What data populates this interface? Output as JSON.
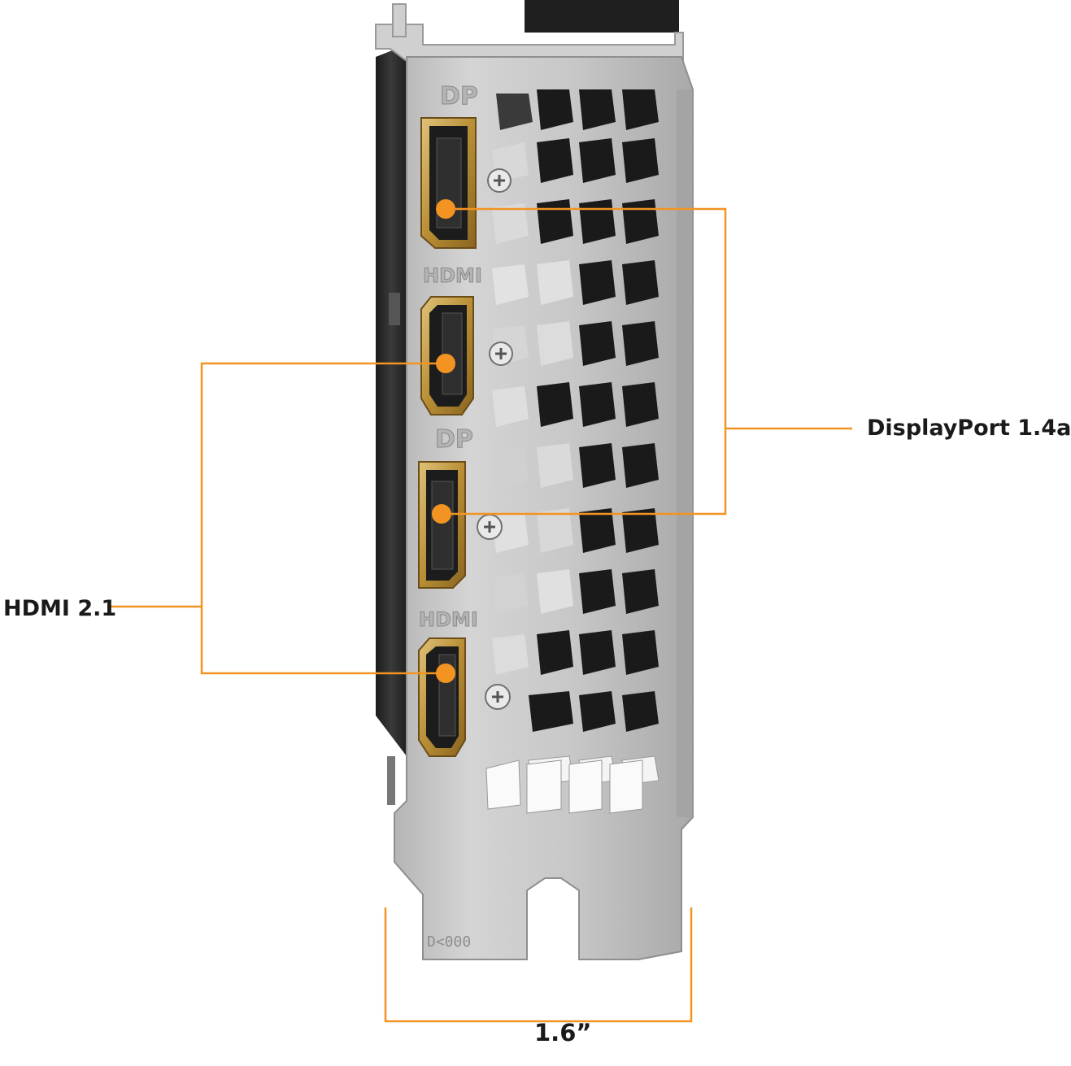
{
  "callouts": {
    "displayport": "DisplayPort 1.4a",
    "hdmi": "HDMI 2.1",
    "bracket_width": "1.6”"
  },
  "plate_labels": {
    "dp_top": "DP",
    "hdmi_upper": "HDMI",
    "dp_lower": "DP",
    "hdmi_lower": "HDMI"
  },
  "bracket_marking": "D<000",
  "colors": {
    "accent": "#F39322",
    "bracket_metal": "#C4C4C4",
    "port_gold": "#C9A24B",
    "card_body": "#2A2A2A"
  }
}
